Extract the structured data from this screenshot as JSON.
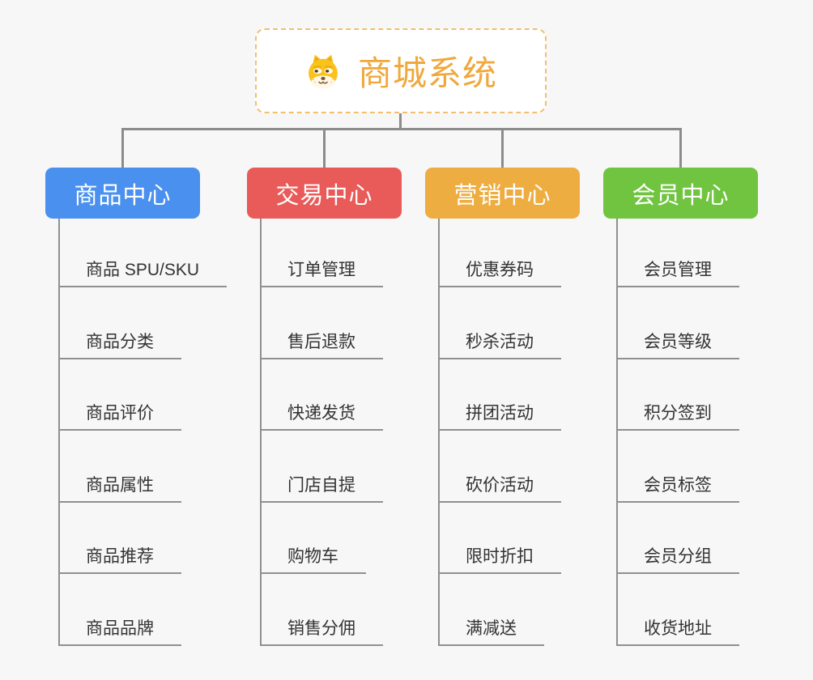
{
  "root": {
    "title": "商城系统",
    "icon": "dog-icon"
  },
  "branches": [
    {
      "label": "商品中心",
      "color": "#4A90EE",
      "children": [
        "商品 SPU/SKU",
        "商品分类",
        "商品评价",
        "商品属性",
        "商品推荐",
        "商品品牌"
      ]
    },
    {
      "label": "交易中心",
      "color": "#E85B59",
      "children": [
        "订单管理",
        "售后退款",
        "快递发货",
        "门店自提",
        "购物车",
        "销售分佣"
      ]
    },
    {
      "label": "营销中心",
      "color": "#EEAD40",
      "children": [
        "优惠券码",
        "秒杀活动",
        "拼团活动",
        "砍价活动",
        "限时折扣",
        "满减送"
      ]
    },
    {
      "label": "会员中心",
      "color": "#70C43F",
      "children": [
        "会员管理",
        "会员等级",
        "积分签到",
        "会员标签",
        "会员分组",
        "收货地址"
      ]
    }
  ],
  "colors": {
    "background": "#F7F7F7",
    "root_border": "#F4BE6C",
    "root_title": "#F0A83C",
    "connector": "#8C8C8C",
    "child_line": "#909090",
    "child_text": "#333333"
  }
}
